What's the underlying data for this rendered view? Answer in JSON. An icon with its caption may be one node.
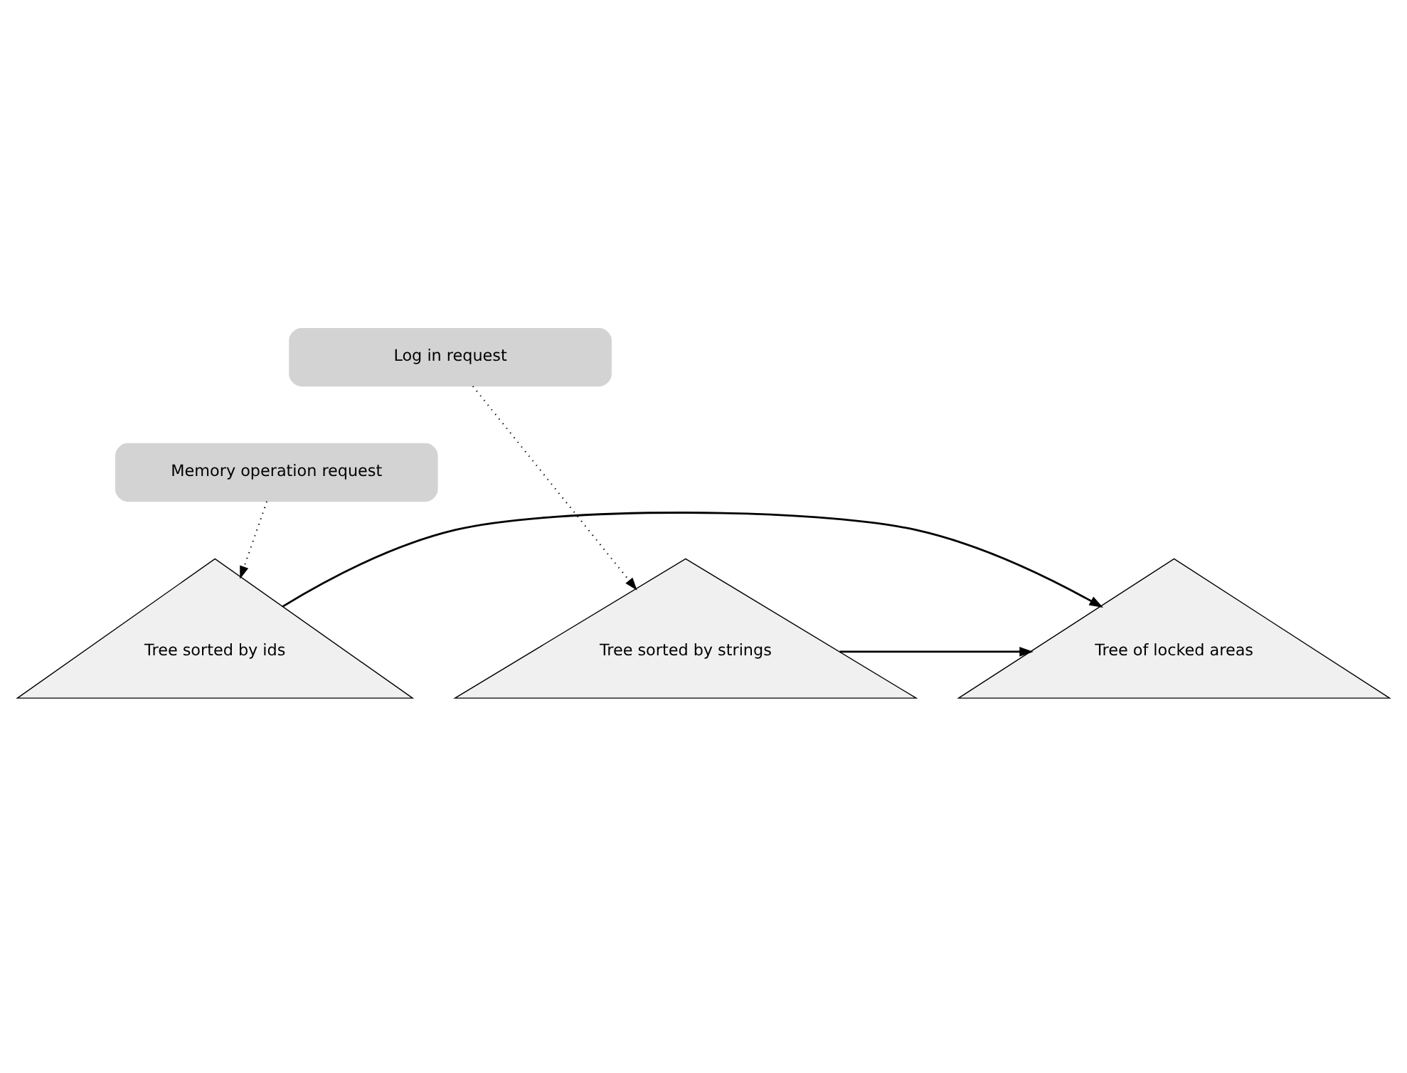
{
  "diagram": {
    "nodes": [
      {
        "text": [
          "Log in request"
        ]
      },
      {
        "text": [
          "Memory operation request"
        ]
      },
      {
        "text": [
          "Tree sorted by strings"
        ]
      },
      {
        "text": [
          "Tree of locked areas"
        ]
      },
      {
        "text": [
          "Tree sorted by ids"
        ]
      }
    ],
    "edges": [
      {
        "from": 0,
        "to": 2,
        "arrow": "to",
        "style": "dashed"
      },
      {
        "from": 1,
        "to": 4,
        "arrow": "to",
        "style": "dashed"
      },
      {
        "from": 2,
        "to": 3,
        "arrow": "to"
      },
      {
        "from": 4,
        "to": 3,
        "arrow": "to"
      }
    ]
  }
}
